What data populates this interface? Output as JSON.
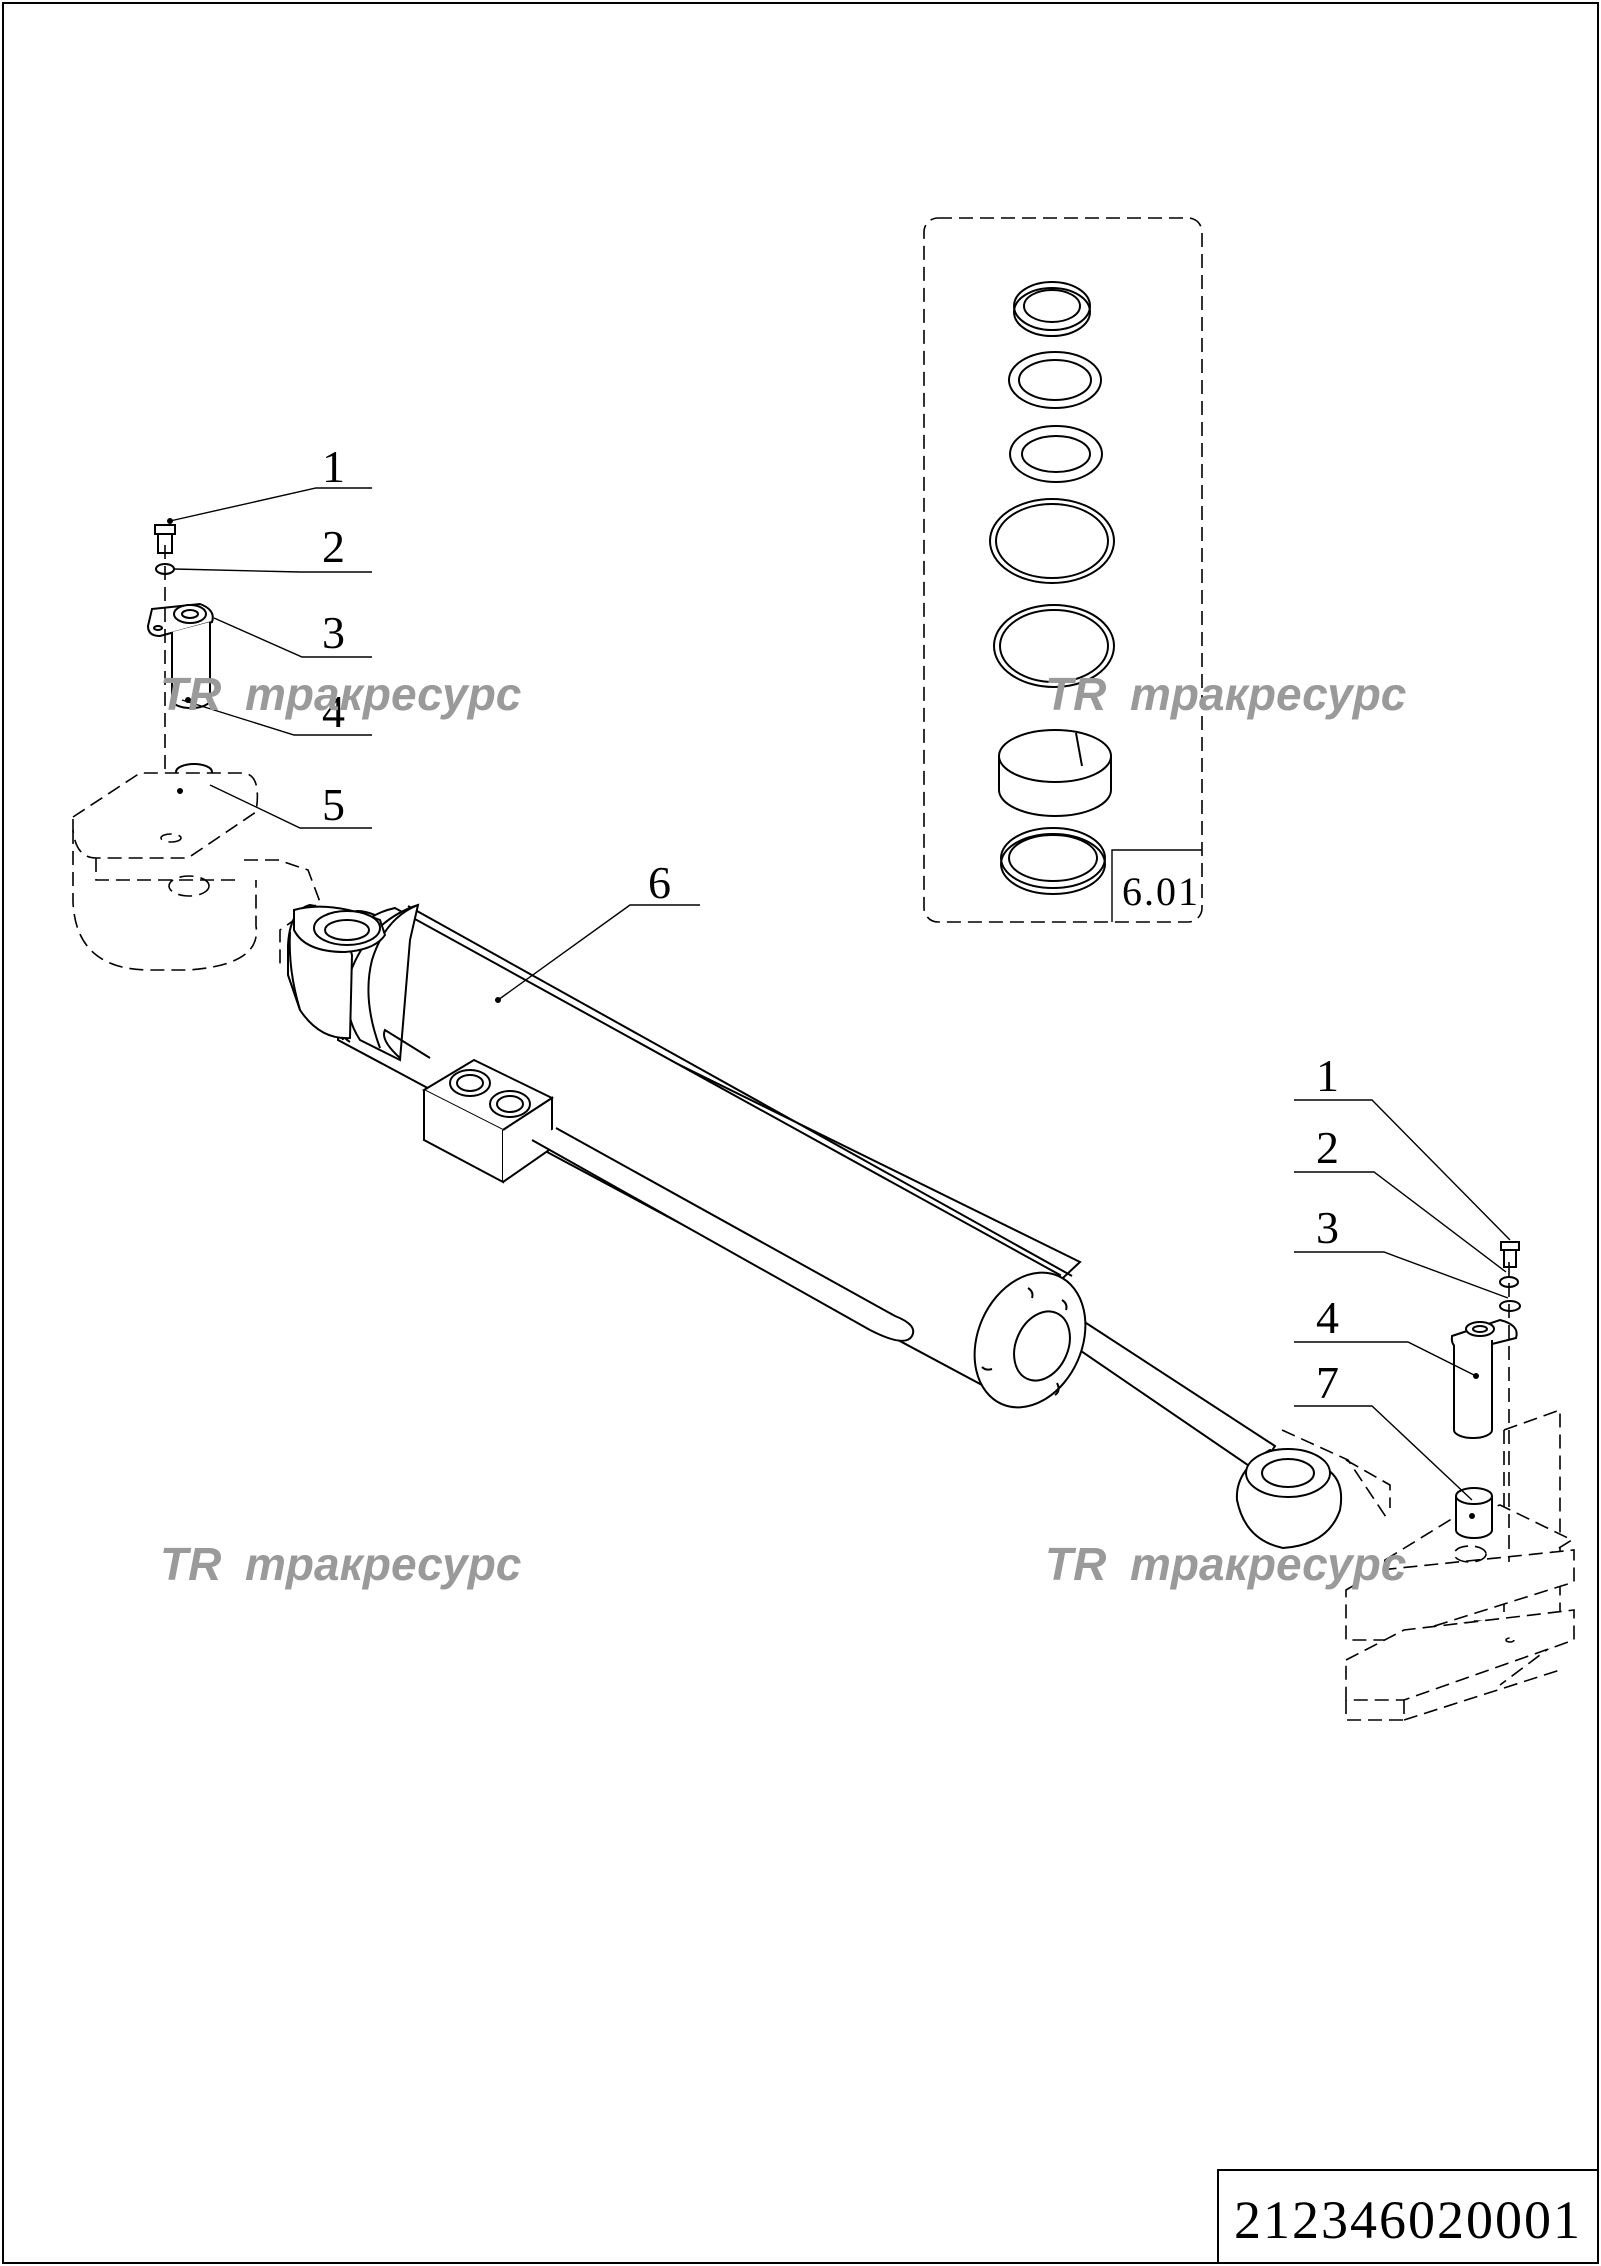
{
  "callouts": {
    "left": [
      "1",
      "2",
      "3",
      "4",
      "5"
    ],
    "center": "6",
    "right": [
      "1",
      "2",
      "3",
      "4",
      "7"
    ]
  },
  "seal_kit": {
    "label": "6.01"
  },
  "watermark": {
    "logo": "TR",
    "text": "тракресурс"
  },
  "part_number": "212346020001"
}
